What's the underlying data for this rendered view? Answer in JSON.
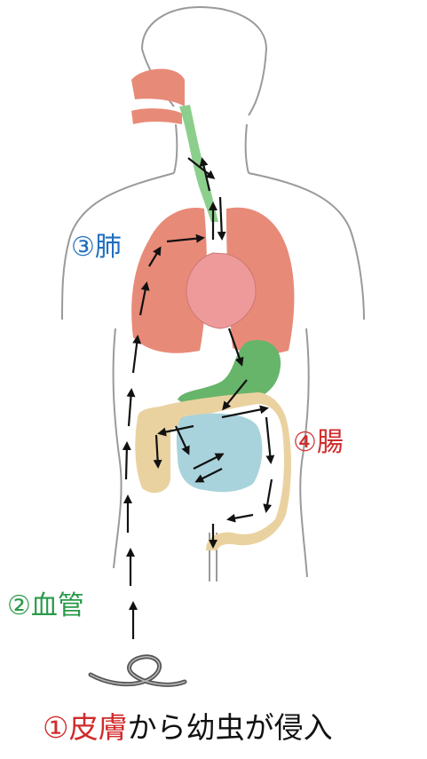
{
  "labels": {
    "lung": {
      "num": "③",
      "text": "肺",
      "color": "#1f6fbf"
    },
    "intestine": {
      "num": "④",
      "text": "腸",
      "color": "#d12b2b"
    },
    "vessel": {
      "num": "②",
      "text": "血管",
      "color": "#2a9a4a"
    }
  },
  "caption": {
    "num": "①",
    "skin": "皮膚",
    "rest": "から幼虫が侵入",
    "accent_color": "#d12b2b",
    "text_color": "#111111"
  },
  "colors": {
    "body_outline": "#9a9a9a",
    "lung": "#e88a78",
    "airway": "#8ccf8c",
    "stomach": "#67b56b",
    "heart": "#ef9a9a",
    "large_intestine": "#ead2a0",
    "small_intestine": "#a9d3dc",
    "arrow": "#111111",
    "worm": "#555555"
  },
  "icons": {
    "worm": "larva-worm-icon",
    "arrow": "migration-arrow-icon"
  }
}
